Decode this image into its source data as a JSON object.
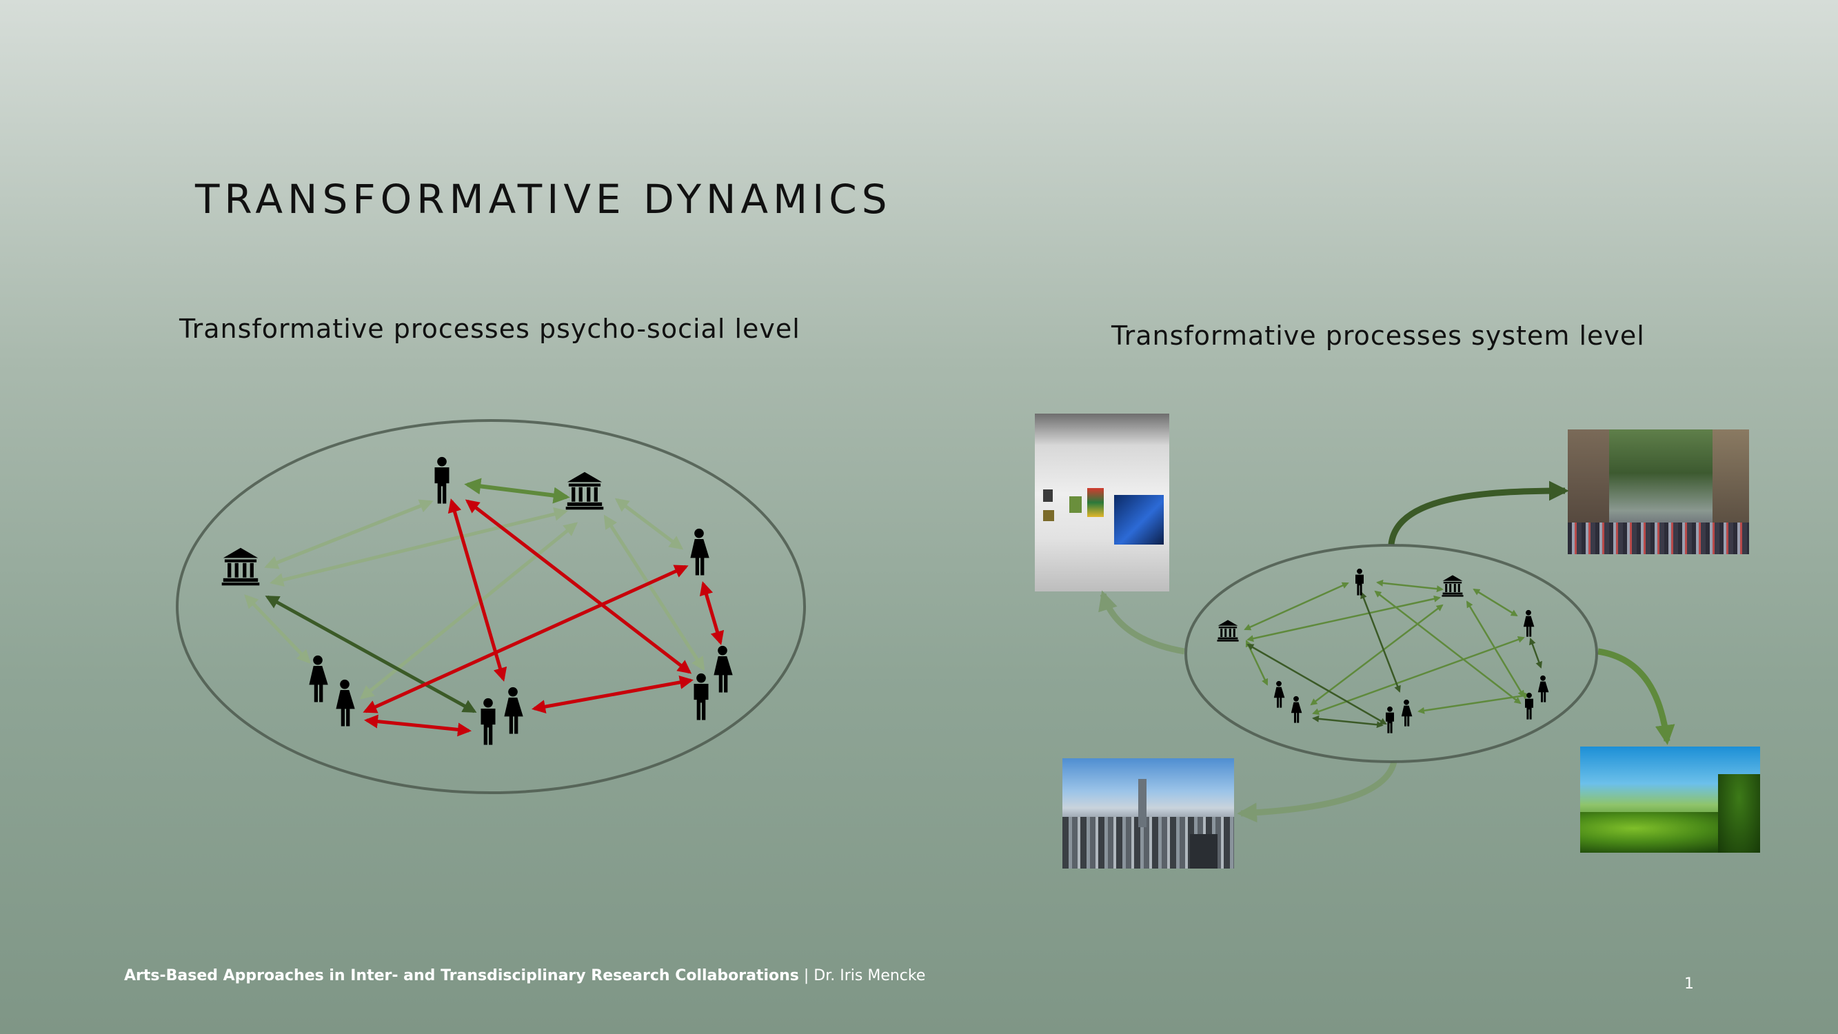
{
  "slide": {
    "title": "TRANSFORMATIVE DYNAMICS",
    "left_heading": "Transformative processes psycho-social level",
    "right_heading": "Transformative processes system level",
    "footer_bold": "Arts-Based Approaches in Inter- and Transdisciplinary Research Collaborations",
    "footer_sep": " | ",
    "footer_author": "Dr. Iris Mencke",
    "page_number": "1"
  },
  "icons": {
    "institution": "institution-icon",
    "man": "man-icon",
    "woman": "woman-icon"
  },
  "colors": {
    "red_arrow": "#c8000a",
    "dark_green_arrow": "#3b5a27",
    "mid_green_arrow": "#5f8a3c",
    "light_green_arrow": "#93ad84",
    "ellipse_stroke": "#4d5a4f"
  },
  "images": {
    "gallery": "art-gallery-photo",
    "street": "crowded-street-photo",
    "city": "city-skyline-photo",
    "jungle": "tropical-forest-photo"
  }
}
